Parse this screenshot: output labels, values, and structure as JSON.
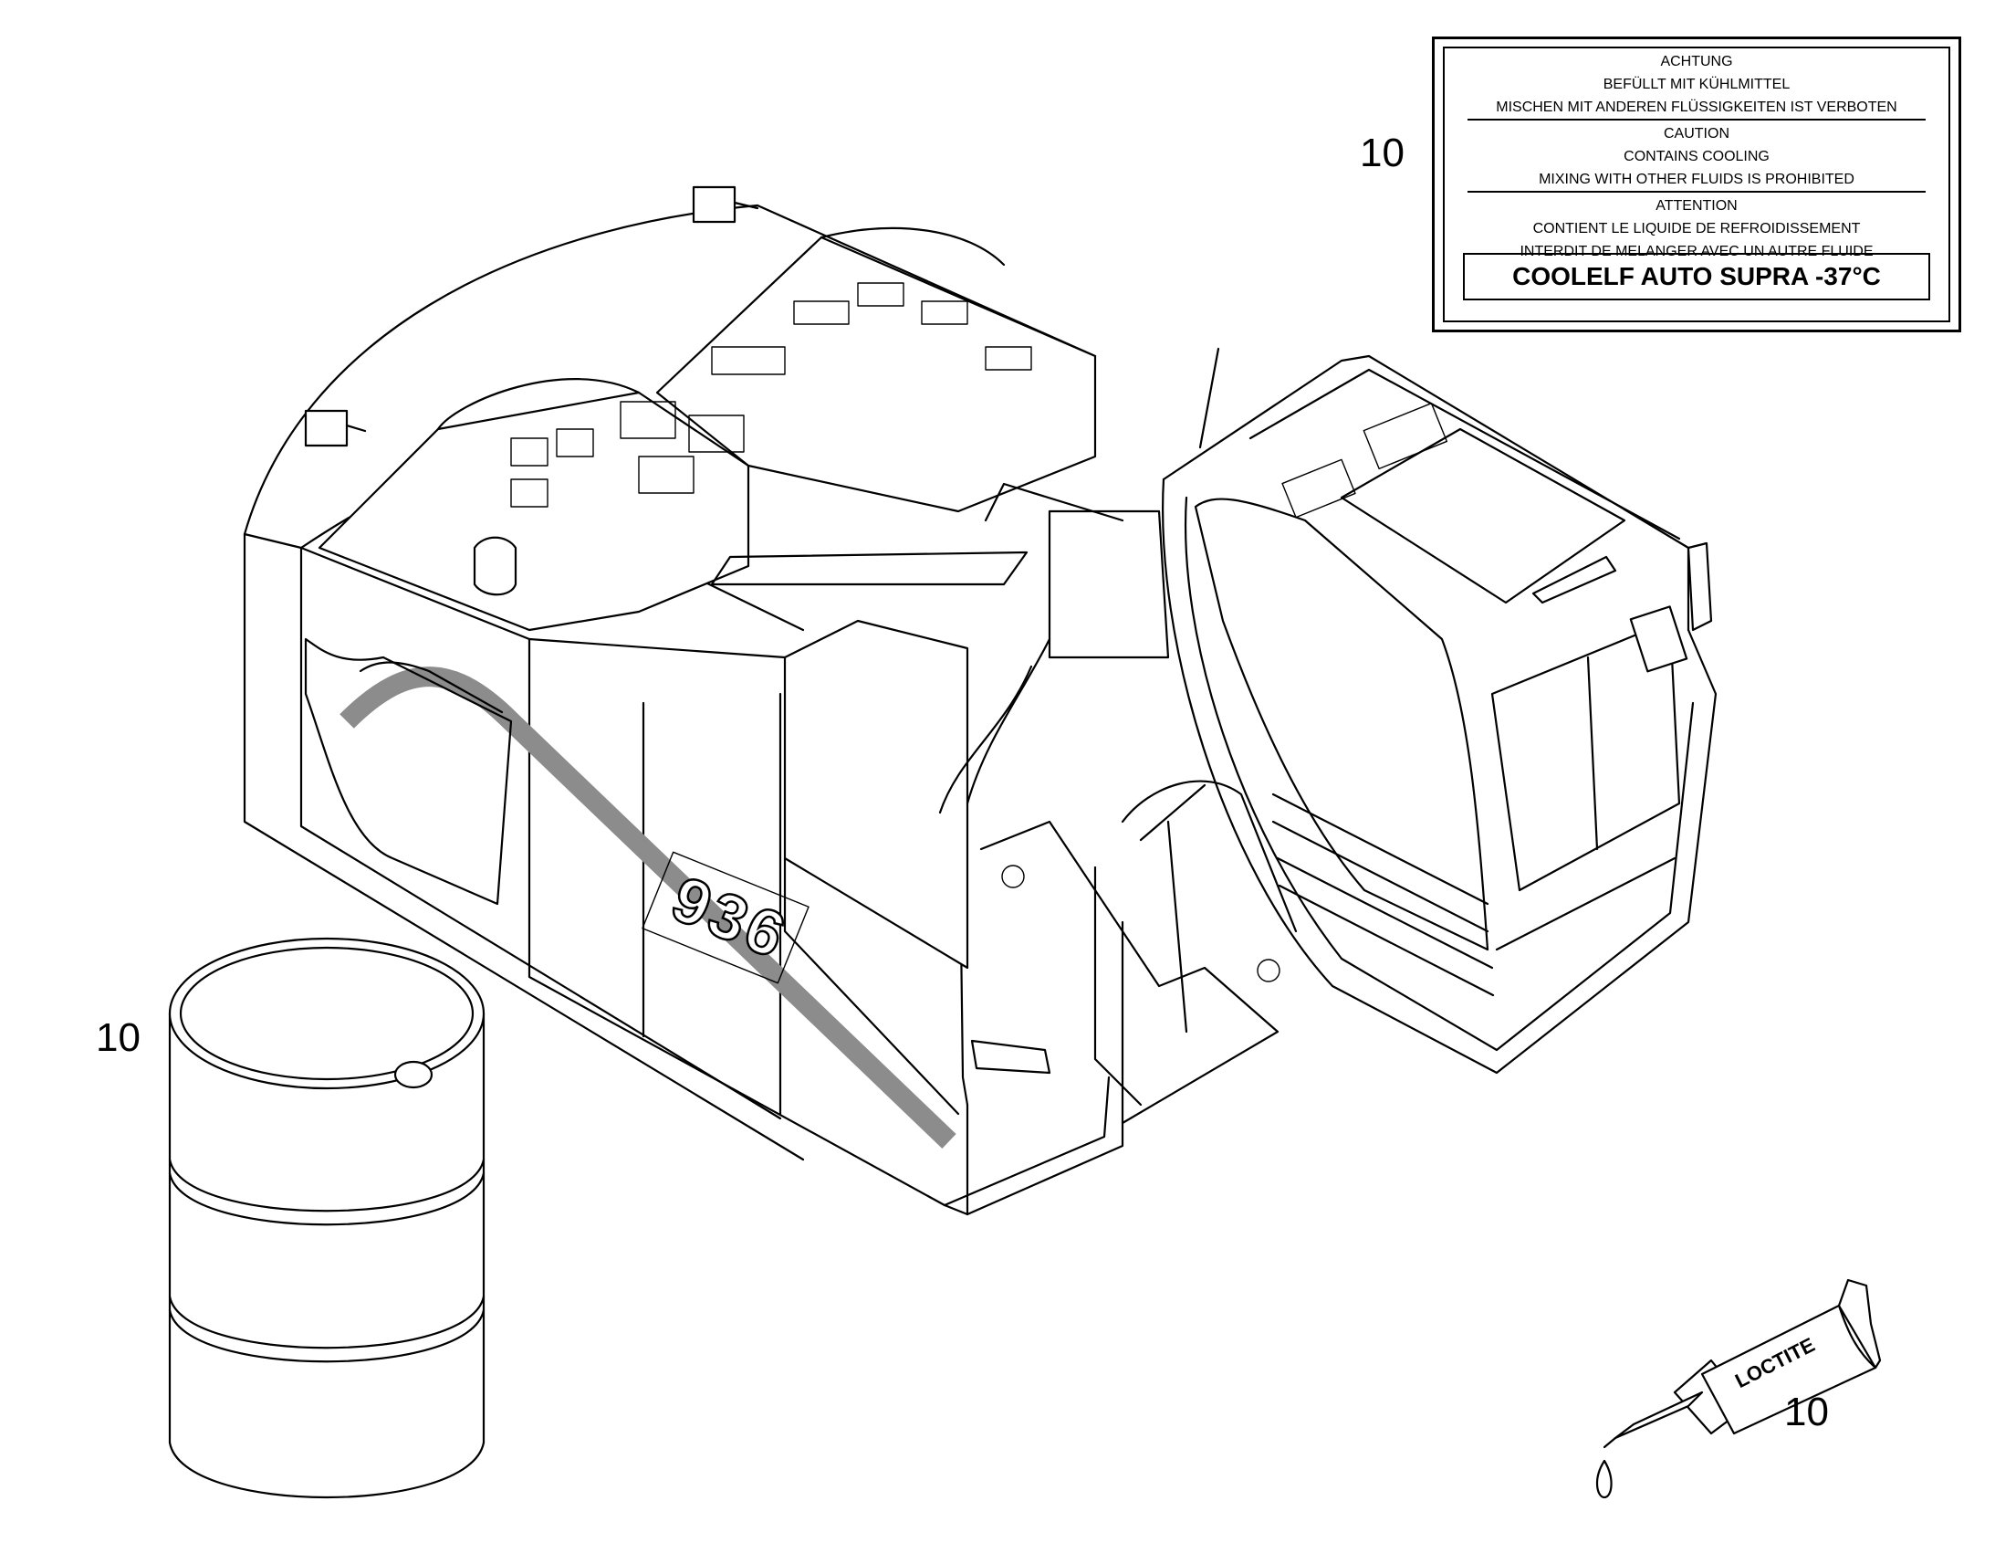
{
  "callouts": {
    "label_ref": "10",
    "drum_ref": "10",
    "tube_ref": "10"
  },
  "warning_label": {
    "de": [
      "ACHTUNG",
      "BEFÜLLT MIT KÜHLMITTEL",
      "MISCHEN MIT ANDEREN FLÜSSIGKEITEN IST VERBOTEN"
    ],
    "en": [
      "CAUTION",
      "CONTAINS COOLING",
      "MIXING WITH OTHER FLUIDS IS PROHIBITED"
    ],
    "fr": [
      "ATTENTION",
      "CONTIENT LE LIQUIDE DE REFROIDISSEMENT",
      "INTERDIT DE MELANGER AVEC UN AUTRE FLUIDE"
    ],
    "product": "COOLELF AUTO SUPRA -37°C"
  },
  "machine": {
    "model_badge": "936"
  },
  "tube": {
    "brand": "LOCTITE"
  },
  "colors": {
    "line": "#000000",
    "stripe": "#8c8c8c",
    "background": "#ffffff"
  }
}
